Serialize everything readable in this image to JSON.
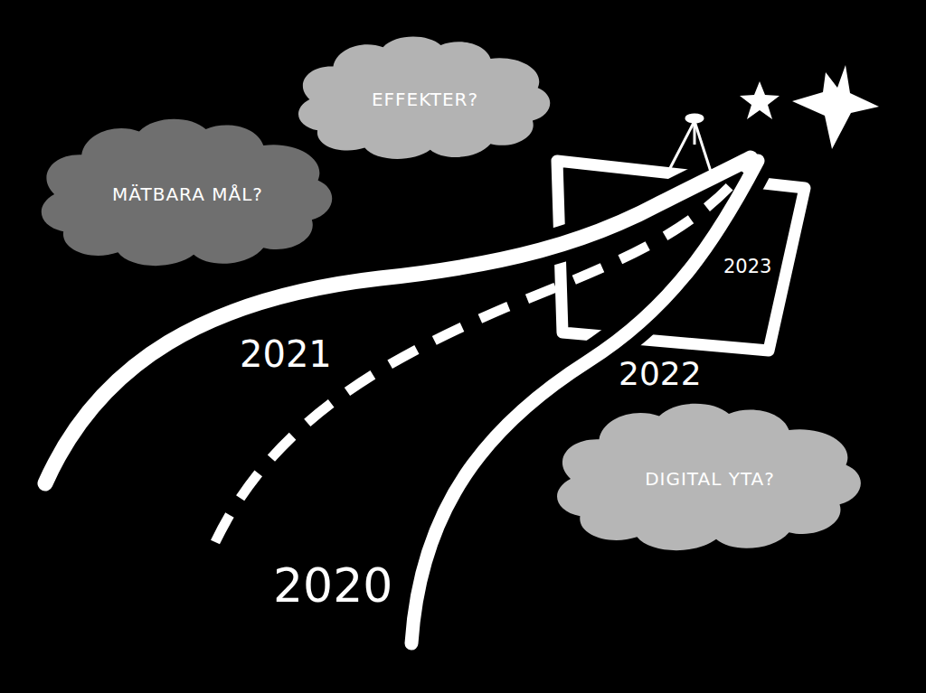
{
  "diagram": {
    "nodes": [
      {
        "text": [
          "EFFEKTER?"
        ]
      },
      {
        "text": [
          "MÄTBARA MÅL?"
        ]
      },
      {
        "text": [
          "DIGITAL YTA?"
        ]
      }
    ],
    "labels": [
      "2023",
      "2021",
      "2022",
      "2020"
    ]
  }
}
